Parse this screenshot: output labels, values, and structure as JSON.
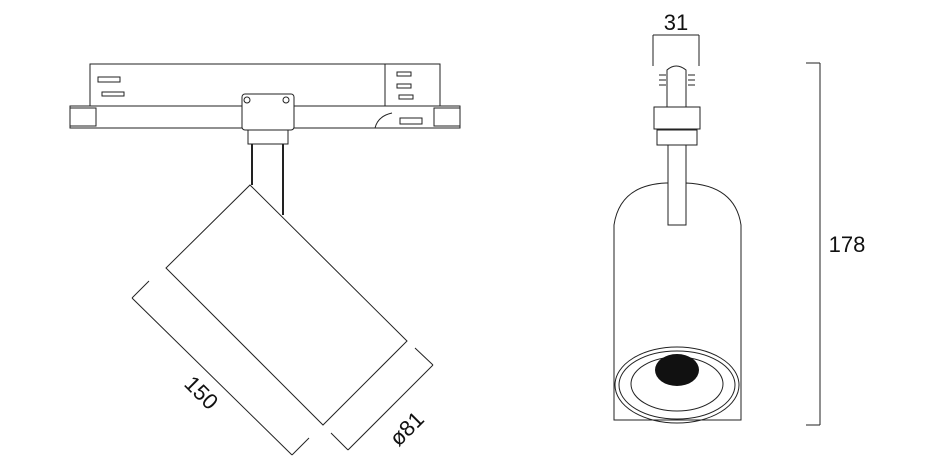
{
  "drawing": {
    "side_view": {
      "length_dimension": "150",
      "diameter_dimension": "ø81"
    },
    "front_view": {
      "width_dimension": "31",
      "height_dimension": "178"
    }
  },
  "colors": {
    "line": "#222222",
    "background": "#ffffff"
  }
}
